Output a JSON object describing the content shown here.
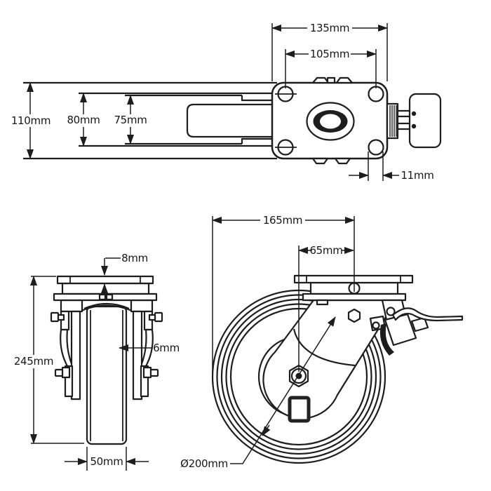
{
  "colors": {
    "line": "#1d1d1d",
    "background": "#ffffff"
  },
  "views": {
    "top": {
      "dims": {
        "plate_length": "135mm",
        "hole_spacing": "105mm",
        "overall_width": "110mm",
        "bracket_width": "80mm",
        "inner_width": "75mm",
        "hole_diameter": "11mm"
      }
    },
    "front": {
      "dims": {
        "plate_thickness": "8mm",
        "overall_height": "245mm",
        "leg_thickness": "6mm",
        "wheel_width": "50mm"
      }
    },
    "side": {
      "dims": {
        "overall_length": "165mm",
        "swivel_offset": "65mm",
        "wheel_diameter": "Ø200mm"
      }
    }
  }
}
